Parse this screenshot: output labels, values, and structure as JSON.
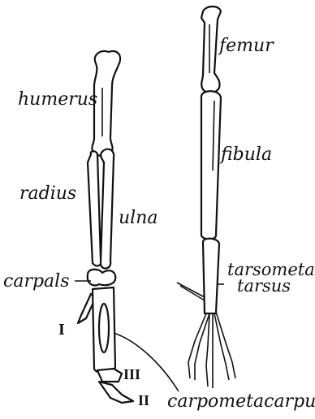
{
  "wing_labels": {
    "humerus": "humerus",
    "radius": "radius",
    "ulna": "ulna",
    "carpals": "carpals",
    "digit_1": "I",
    "digit_3": "III",
    "digit_2": "II",
    "carpometacarpus": "carpometacarpus"
  },
  "leg_labels": {
    "femur": "femur",
    "fibula": "fibula",
    "tarsometatarsus_line1": "tarsometa",
    "tarsometatarsus_line2": "tarsus"
  }
}
